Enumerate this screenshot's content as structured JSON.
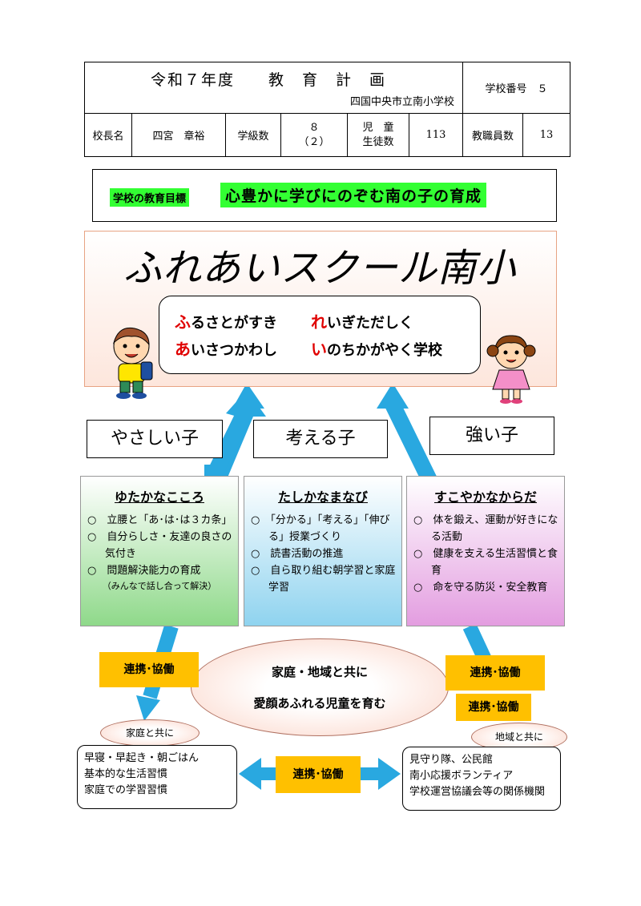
{
  "header": {
    "title": "令和７年度　　教　育　計　画",
    "school_name": "四国中央市立南小学校",
    "school_number_label": "学校番号　５",
    "principal_label": "校長名",
    "principal_name": "四宮　章裕",
    "classes_label": "学級数",
    "classes_value": "８",
    "classes_sub": "（２）",
    "students_label1": "児　童",
    "students_label2": "生徒数",
    "students_value": "113",
    "staff_label": "教職員数",
    "staff_value": "13"
  },
  "goal": {
    "label": "学校の教育目標",
    "text": "心豊かに学びにのぞむ南の子の育成"
  },
  "slogan": {
    "title": "ふれあいスクール南小",
    "lines": [
      {
        "first": "ふ",
        "rest": "るさとがすき"
      },
      {
        "first": "れ",
        "rest": "いぎただしく"
      },
      {
        "first": "あ",
        "rest": "いさつかわし"
      },
      {
        "first": "い",
        "rest": "のちかがやく学校"
      }
    ]
  },
  "children": [
    "やさしい子",
    "考える子",
    "強い子"
  ],
  "columns": [
    {
      "heading": "ゆたかなこころ",
      "items": [
        "○　立腰と「あ･は･は３カ条」",
        "○　自分らしさ・友達の良さの気付き",
        "○　問題解決能力の育成"
      ],
      "note": "（みんなで話し合って解決）"
    },
    {
      "heading": "たしかなまなび",
      "items": [
        "○　「分かる」「考える」「伸びる」授業づくり",
        "○　読書活動の推進",
        "○　自ら取り組む朝学習と家庭学習"
      ]
    },
    {
      "heading": "すこやかなからだ",
      "items": [
        "○　体を鍛え、運動が好きになる活動",
        "○　健康を支える生活習慣と食育",
        "○　命を守る防災・安全教育"
      ]
    }
  ],
  "cooperation": {
    "label": "連携･協働",
    "center_line1": "家庭・地域と共に",
    "center_line2": "愛顔あふれる児童を育む"
  },
  "home": {
    "tag": "家庭と共に",
    "items": [
      "早寝・早起き・朝ごはん",
      "基本的な生活習慣",
      "家庭での学習習慣"
    ]
  },
  "community": {
    "tag": "地域と共に",
    "items": [
      "見守り隊、公民館",
      "南小応援ボランティア",
      "学校運営協議会等の関係機関"
    ]
  },
  "colors": {
    "goal_bg": "#33ff33",
    "accent_red": "#e00000",
    "arrow_blue": "#29a8e0",
    "label_orange": "#ffc000"
  }
}
